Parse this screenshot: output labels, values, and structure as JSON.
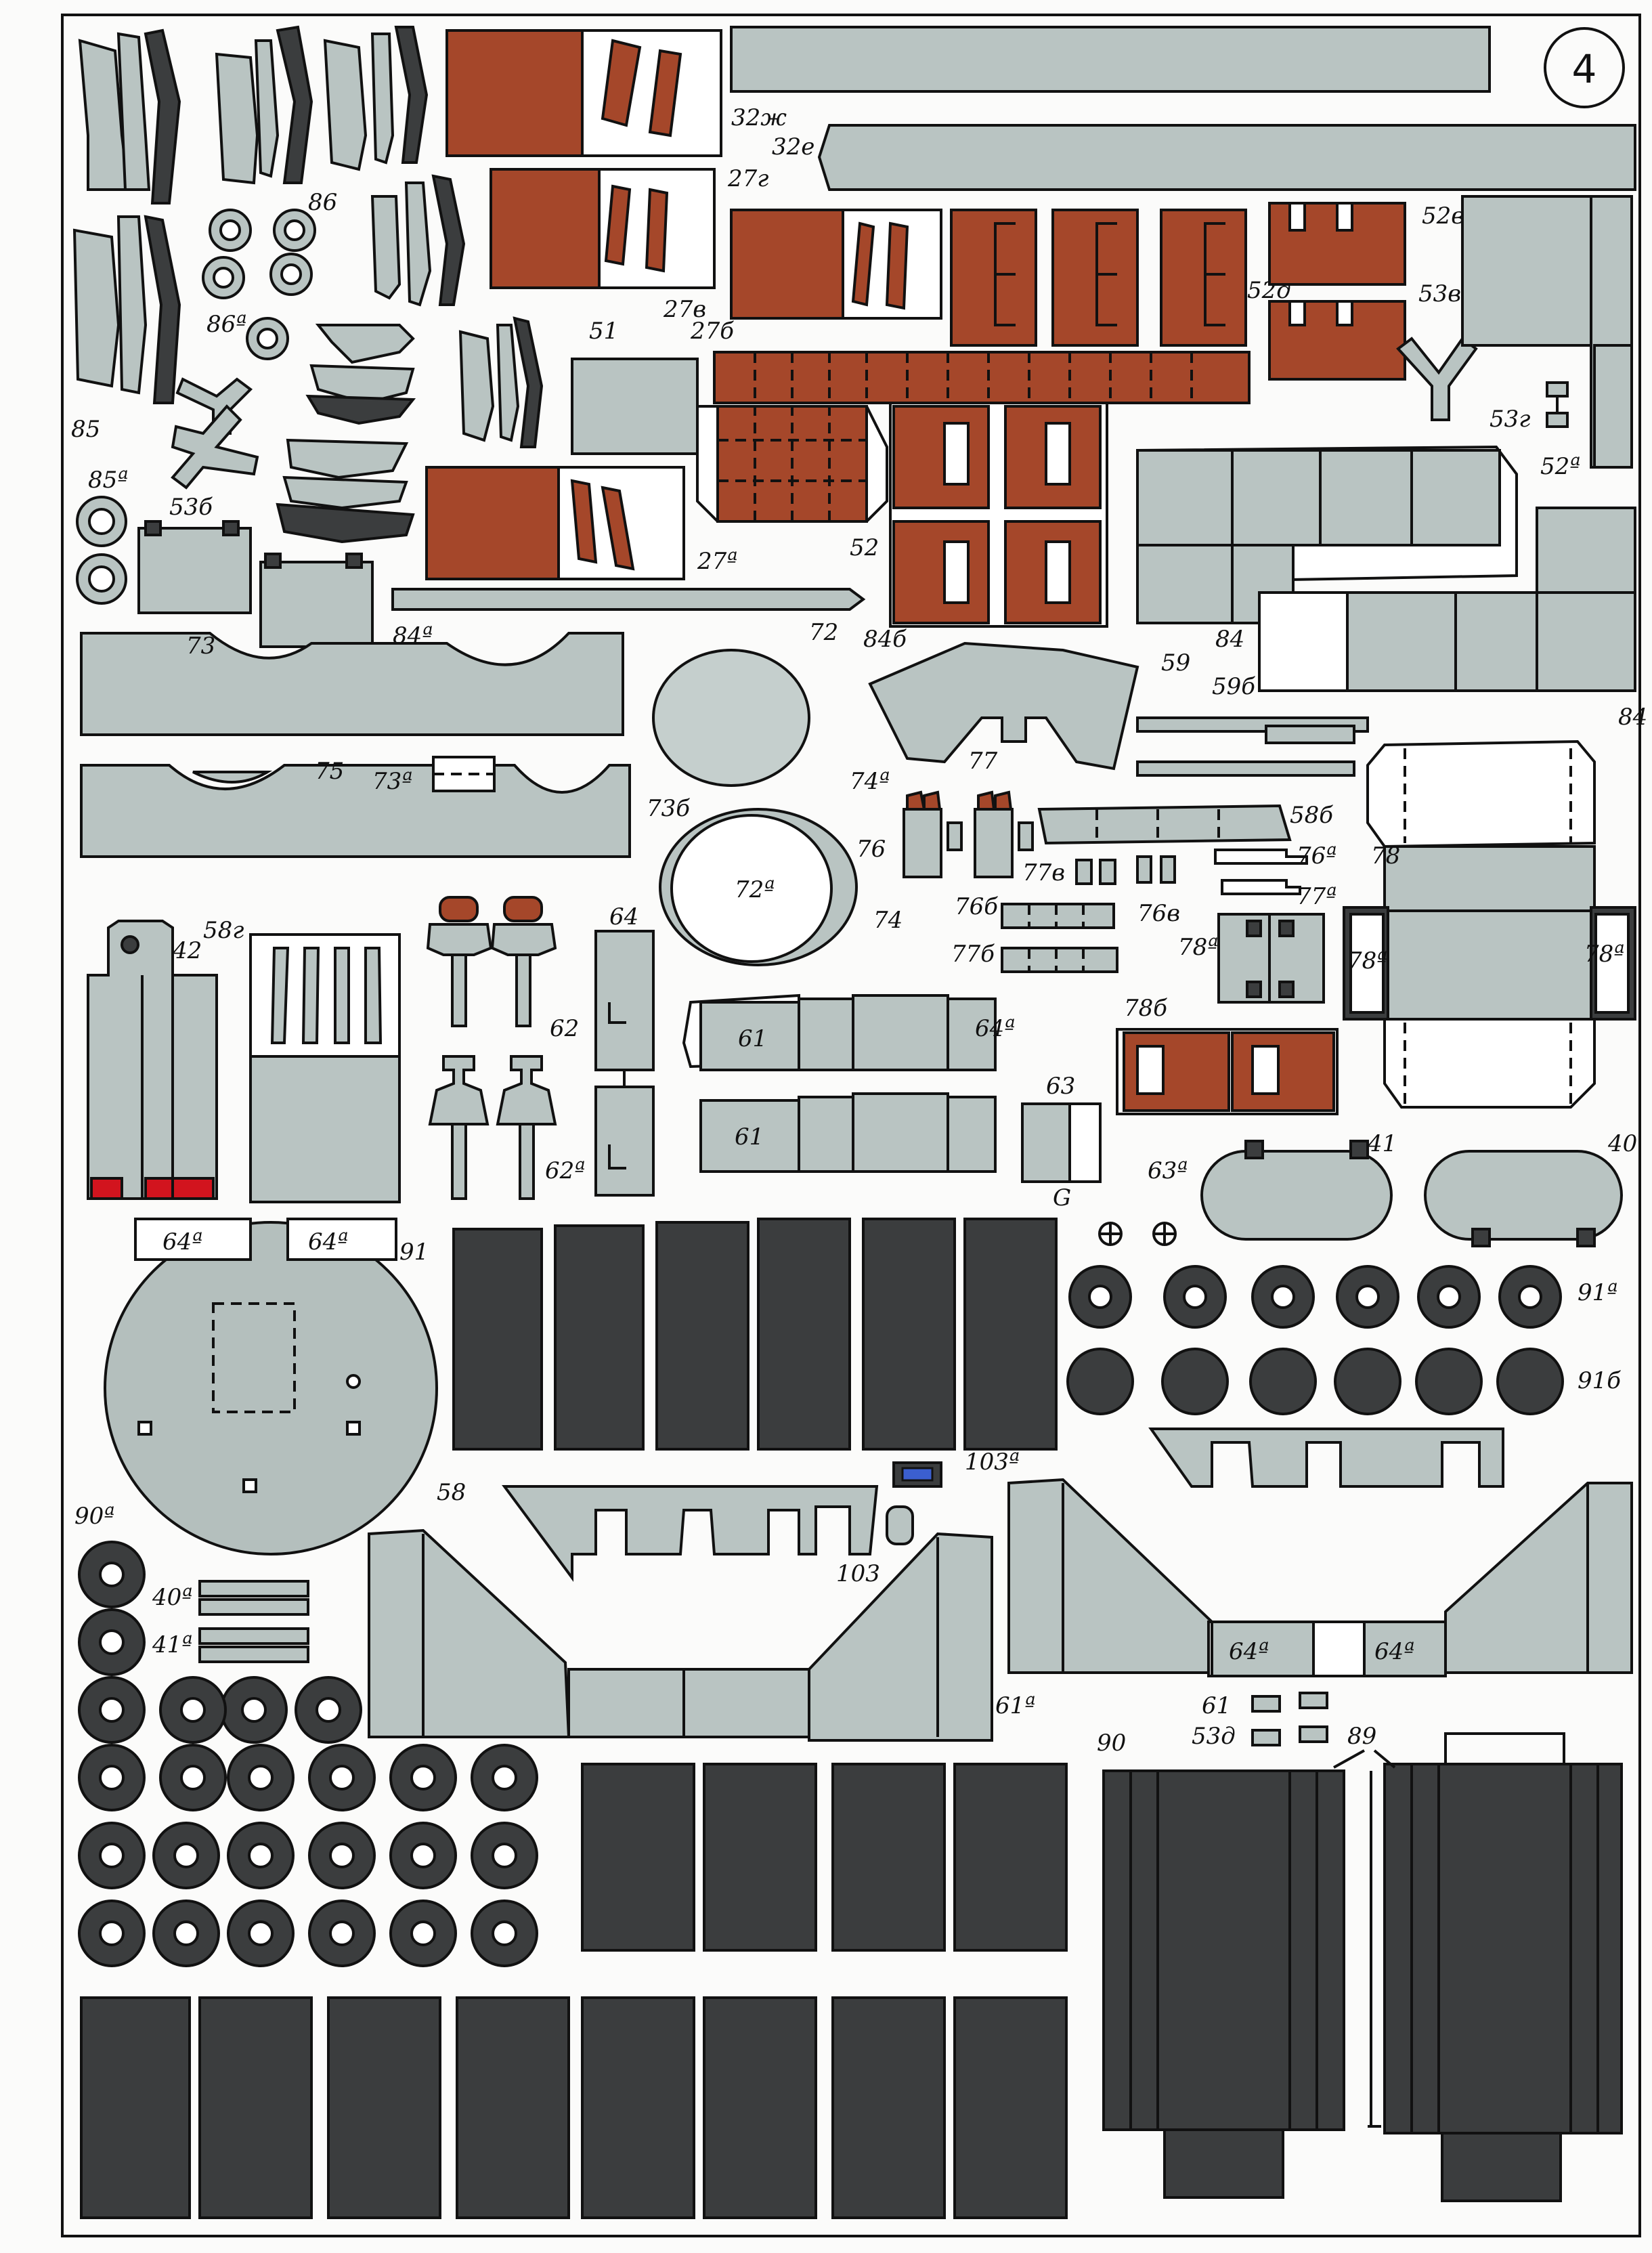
{
  "sheet_number": "4",
  "colors": {
    "paper": "#fbfbfa",
    "grey": "#b9c4c2",
    "brown": "#a5472a",
    "dark": "#3b3d3e",
    "red": "#d2141e",
    "blue": "#3b5fd0",
    "ink": "#111111"
  },
  "labels": {
    "l86": "86",
    "l86a": "86ª",
    "l85": "85",
    "l85a": "85ª",
    "l53b": "53б",
    "l84a": "84ª",
    "l73": "73",
    "l72": "72",
    "l27g": "27г",
    "l27v": "27в",
    "l27b": "27б",
    "l27a": "27ª",
    "l32zh": "32ж",
    "l32e": "32е",
    "l51": "51",
    "l52": "52",
    "l52d": "52д",
    "l52v": "52в",
    "l53v": "53в",
    "l53g": "53г",
    "l52a": "52ª",
    "l84b": "84б",
    "l84": "84",
    "l84r": "84",
    "l59": "59",
    "l59b": "59б",
    "l75": "75",
    "l73a": "73ª",
    "l73b": "73б",
    "l74a": "74ª",
    "l72a": "72ª",
    "l74": "74",
    "l77": "77",
    "l76": "76",
    "l58b": "58б",
    "l77v": "77в",
    "l76v": "76в",
    "l76a": "76ª",
    "l78": "78",
    "l77a": "77ª",
    "l76b": "76б",
    "l77b": "77б",
    "l42": "42",
    "l58g": "58г",
    "l62": "62",
    "l62a": "62ª",
    "l64": "64",
    "l64a1": "64ª",
    "l61a": "61",
    "l61b": "61",
    "l78a1": "78ª",
    "l78a2": "78ª",
    "l78a3": "78ª",
    "l78b": "78б",
    "l63": "63",
    "l63g": "G",
    "l63a": "63ª",
    "l41": "41",
    "l40": "40",
    "l91": "91",
    "l91a": "91ª",
    "l91b": "91б",
    "l64a2": "64ª",
    "l64a3": "64ª",
    "l58": "58",
    "l103a": "103ª",
    "l103": "103",
    "l90a": "90ª",
    "l40a": "40ª",
    "l41a": "41ª",
    "l61ab": "61ª",
    "l64a4": "64ª",
    "l64a5": "64ª",
    "l61c": "61",
    "l53d": "53д",
    "l89": "89",
    "l90": "90"
  }
}
